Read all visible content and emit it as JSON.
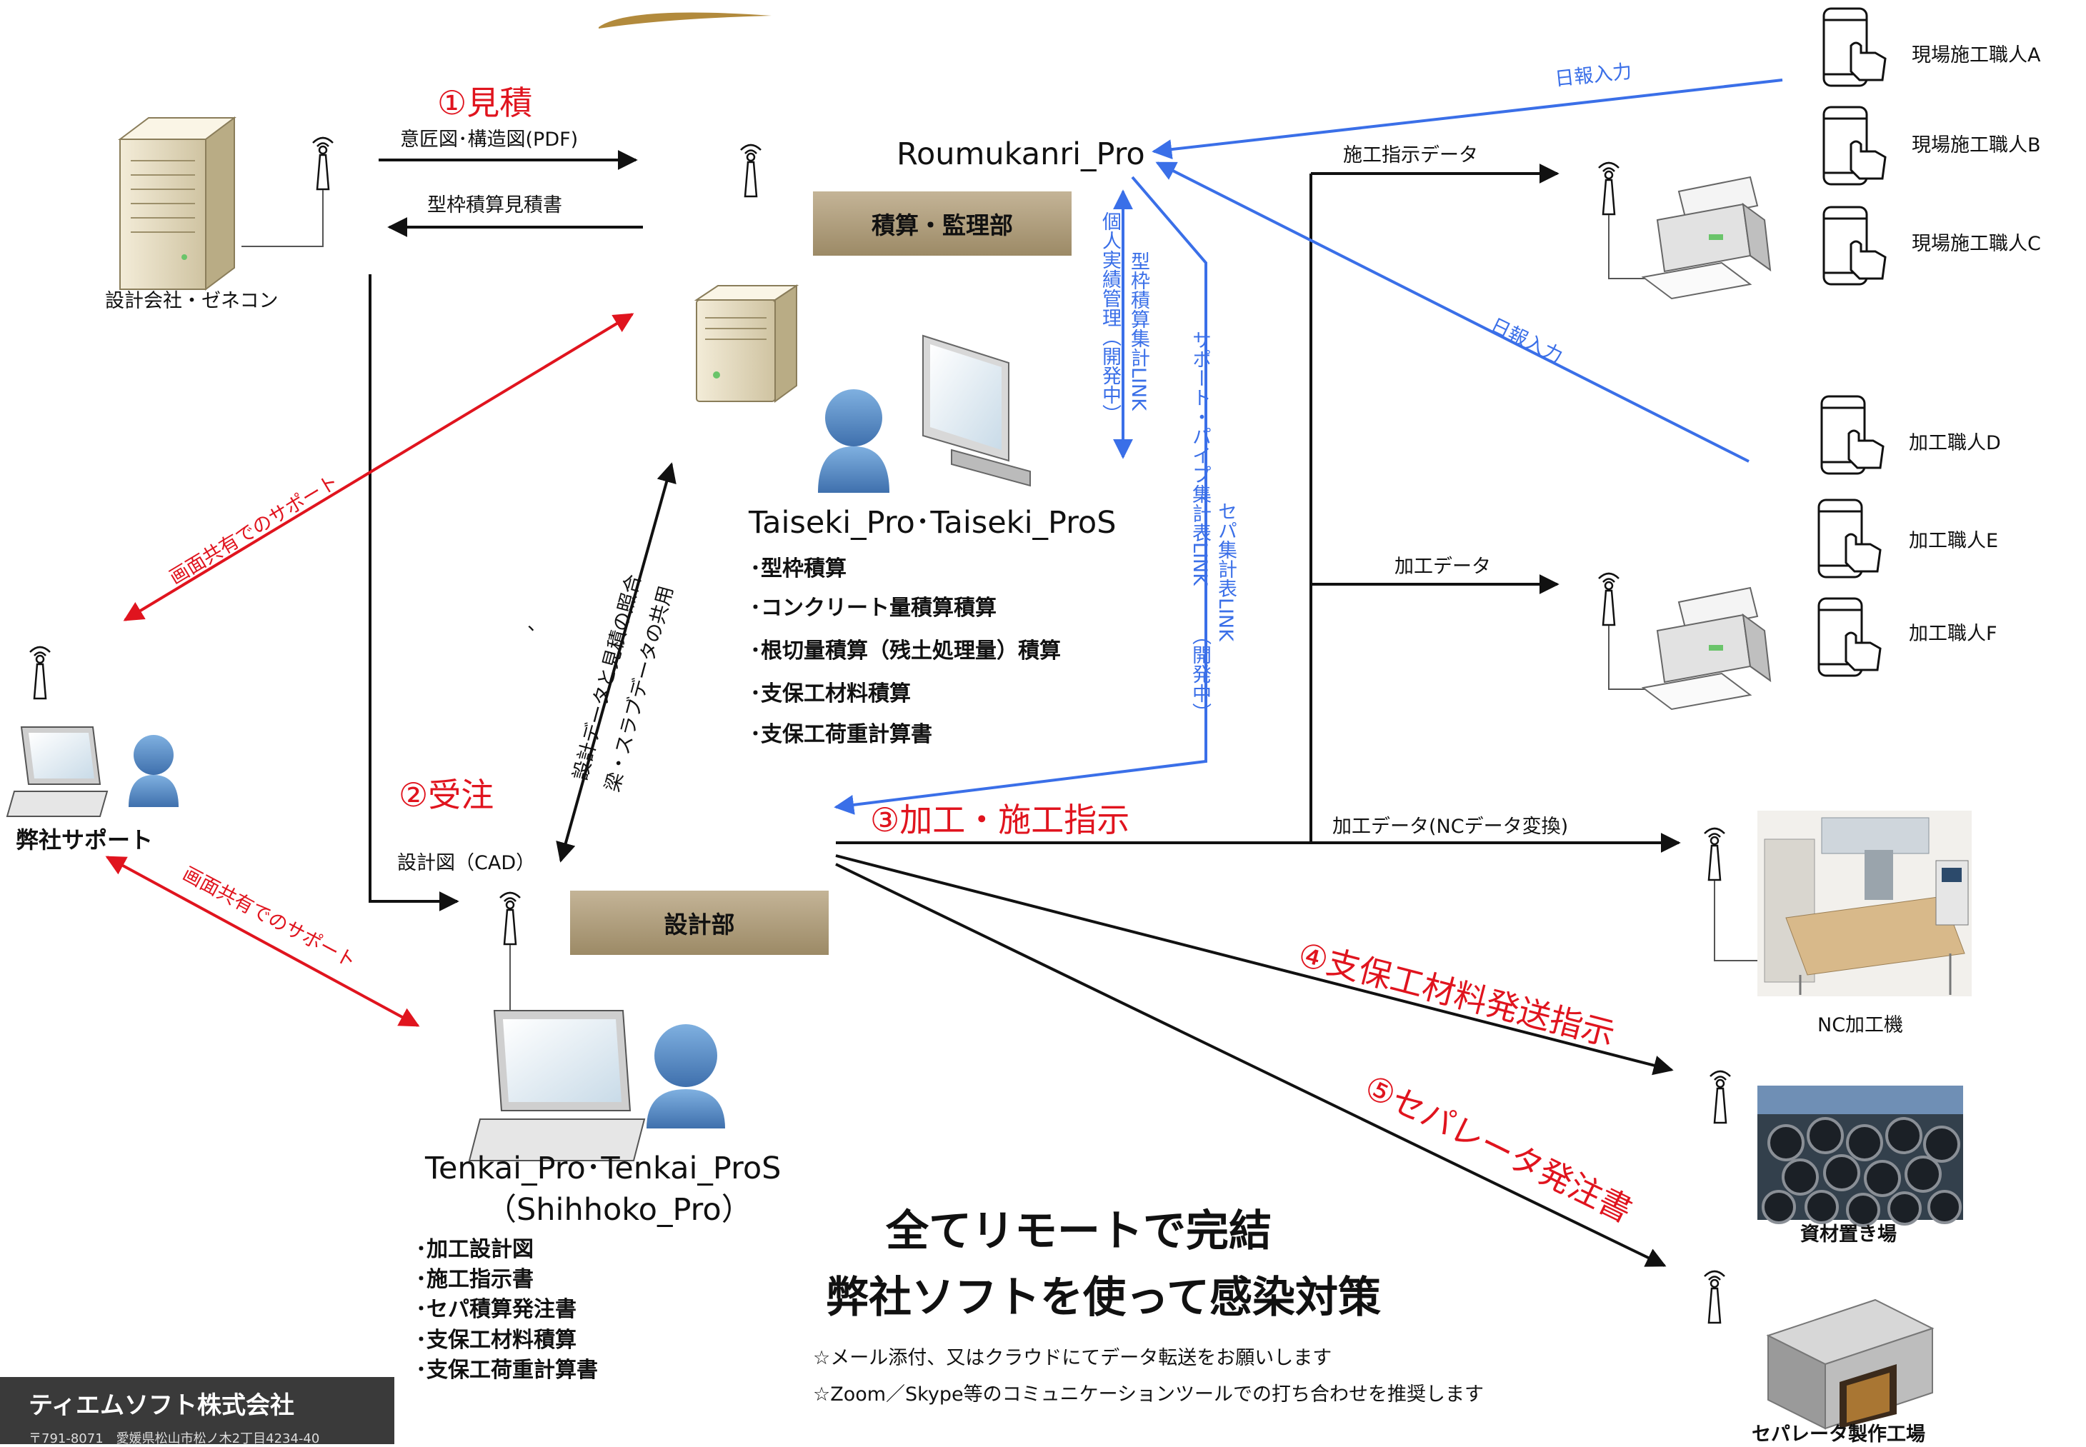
{
  "nodes": {
    "designer": "設計会社・ゼネコン",
    "roumukanri": "Roumukanri_Pro",
    "taiseki": "Taiseki_Pro･Taiseki_ProS",
    "support": "弊社サポート",
    "tenkai": "Tenkai_Pro･Tenkai_ProS",
    "shihhoko": "（Shihhoko_Pro）",
    "nc_machine": "NC加工機",
    "storage": "資材置き場",
    "factory": "セパレータ製作工場"
  },
  "departments": {
    "estimation": "積算・監理部",
    "design": "設計部"
  },
  "workers": [
    "現場施工職人A",
    "現場施工職人B",
    "現場施工職人C",
    "加工職人D",
    "加工職人E",
    "加工職人F"
  ],
  "steps": {
    "s1": "①見積",
    "s2": "②受注",
    "s3": "③加工・施工指示",
    "s4": "④支保工材料発送指示",
    "s5": "⑤セパレータ発注書"
  },
  "edges": {
    "design_pdf": "意匠図･構造図(PDF)",
    "estimate_doc": "型枠積算見積書",
    "cad": "設計図（CAD）",
    "report_input_1": "日報入力",
    "report_input_2": "日報入力",
    "instruction_data": "施工指示データ",
    "process_data": "加工データ",
    "nc_data": "加工データ(NCデータ変換)",
    "screen_share_1": "画面共有でのサポート",
    "screen_share_2": "画面共有でのサポート",
    "collation": "設計データと見積の照合",
    "beam_slab": "梁・スラブデータの共用",
    "link_estimate": "型枠積算集計LINK",
    "link_personal": "個人実績管理（開発中）",
    "link_support": "サポート・パイプ集計表LINK",
    "link_sepa": "セパ集計表LINK",
    "link_dev": "（開発中）",
    "stray_mark": "、"
  },
  "taiseki_features": [
    "･型枠積算",
    "･コンクリート量積算積算",
    "･根切量積算（残土処理量）積算",
    "･支保工材料積算",
    "･支保工荷重計算書"
  ],
  "tenkai_features": [
    "･加工設計図",
    "･施工指示書",
    "･セパ積算発注書",
    "･支保工材料積算",
    "･支保工荷重計算書"
  ],
  "headline": {
    "line1": "全てリモートで完結",
    "line2": "弊社ソフトを使って感染対策"
  },
  "notes": [
    "☆メール添付、又はクラウドにてデータ転送をお願いします",
    "☆Zoom／Skype等のコミュニケーションツールでの打ち合わせを推奨します"
  ],
  "company": {
    "name": "ティエムソフト株式会社",
    "address": "〒791-8071　愛媛県松山市松ノ木2丁目4234-40"
  },
  "colors": {
    "red": "#e0141e",
    "blue": "#3a6fe8",
    "black": "#111111",
    "dept_bg": "#b5a483",
    "person": "#4f86c6"
  }
}
